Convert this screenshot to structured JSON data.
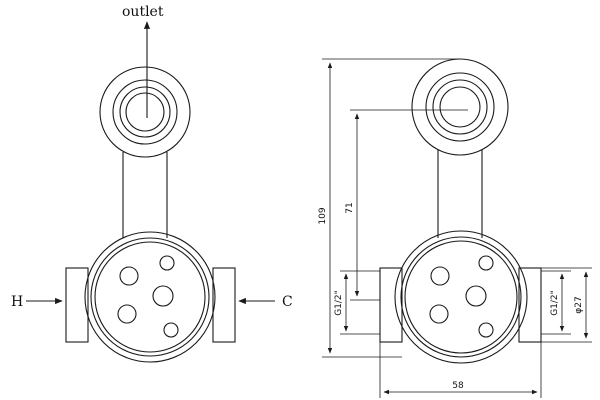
{
  "left_view": {
    "outlet_label": "outlet",
    "hot_label": "H",
    "cold_label": "C"
  },
  "right_view": {
    "dim_height_total": "109",
    "dim_height_outlet": "71",
    "dim_width": "58",
    "dim_thread_left": "G1/2\"",
    "dim_thread_right": "G1/2\"",
    "dim_diameter": "φ27"
  },
  "colors": {
    "line": "#1a1a1a",
    "background": "#ffffff"
  }
}
